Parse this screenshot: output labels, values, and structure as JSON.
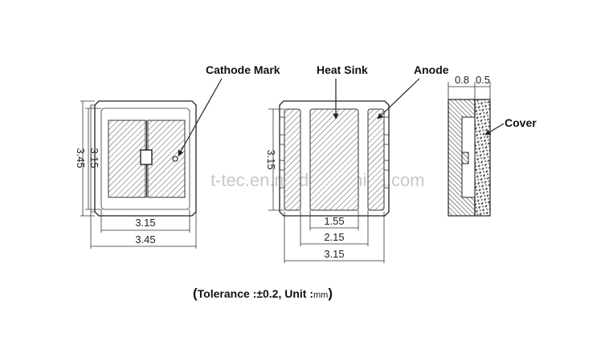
{
  "labels": {
    "cathode_mark": "Cathode Mark",
    "heat_sink": "Heat Sink",
    "anode": "Anode",
    "cover": "Cover"
  },
  "dimensions": {
    "left_vertical_outer": "3.45",
    "left_vertical_inner": "3.15",
    "left_bottom_inner": "3.15",
    "left_bottom_outer": "3.45",
    "mid_vertical": "3.15",
    "mid_bottom_1": "1.55",
    "mid_bottom_2": "2.15",
    "mid_bottom_3": "3.15",
    "side_top_1": "0.8",
    "side_top_2": "0.5"
  },
  "watermark": "t-tec.en.made-in-china.com",
  "tolerance": {
    "paren_open": "(",
    "text": "Tolerance :±0.2, Unit :",
    "unit": "mm",
    "paren_close": ")"
  }
}
